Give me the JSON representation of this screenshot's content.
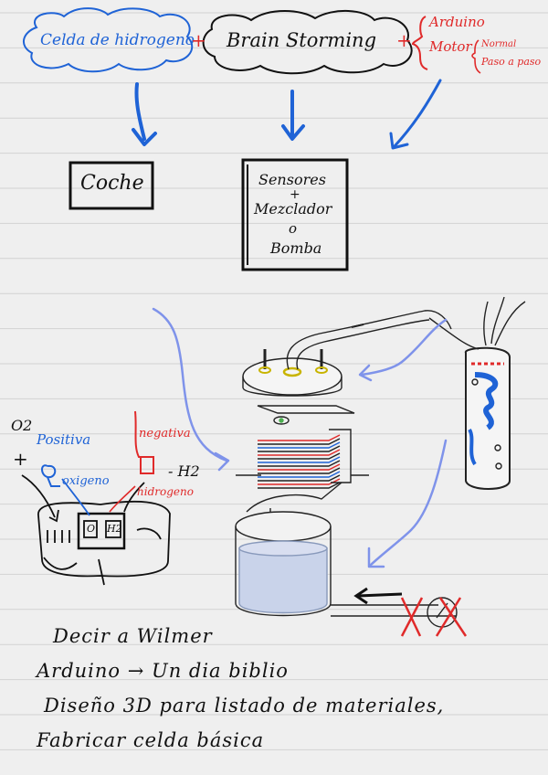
{
  "colors": {
    "ink": "#111111",
    "blue": "#1f63d6",
    "lightblue": "#7f93ea",
    "red": "#e02a2a",
    "paper": "#efefef",
    "ruled_line": "#d2d2d2",
    "water": "#c9d3ea"
  },
  "top": {
    "cell_label": "Celda de hidrogeno",
    "brainstorm_label": "Brain Storming",
    "plus_1": "+",
    "plus_2": "+",
    "arduino": "Arduino",
    "motor": "Motor",
    "motor_normal": "Normal",
    "motor_step": "Paso a paso"
  },
  "boxes": {
    "coche": "Coche",
    "sensores": "Sensores",
    "plus": "+",
    "mezclador": "Mezclador",
    "o": "o",
    "bomba": "Bomba"
  },
  "battery": {
    "o2": "O2",
    "plus": "+",
    "positiva": "Positiva",
    "oxigeno": "oxigeno",
    "negativa": "negativa",
    "minus_h2": "- H2",
    "hidrogeno": "hidrogeno",
    "cell_o": "O",
    "cell_h": "H2"
  },
  "notes": [
    "Decir a Wilmer",
    "Arduino → Un dia biblio",
    "Diseño 3D para listado de materiales,",
    "Fabricar celda básica"
  ]
}
